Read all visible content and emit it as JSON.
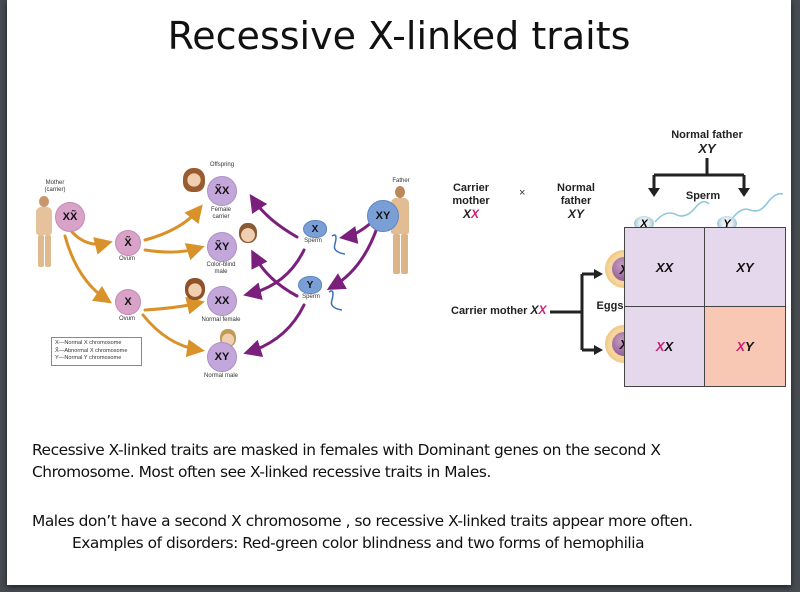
{
  "slide": {
    "title": "Recessive X-linked traits",
    "paragraph1_line1": "Recessive X-linked traits are masked in females with Dominant genes on the second X",
    "paragraph1_line2": "Chromosome. Most often see X-linked recessive traits in Males.",
    "paragraph2_line1": "Males don’t have a second X chromosome , so recessive X-linked traits appear more often.",
    "paragraph2_line2": "Examples of disorders: Red-green color blindness and two forms of hemophilia"
  },
  "left_diagram": {
    "mother_label_line1": "Mother",
    "mother_label_line2": "(carrier)",
    "mother_genotype": "XX̃",
    "father_label": "Father",
    "father_genotype": "XY",
    "ovum_1": "X̃",
    "ovum_2": "X",
    "ovum_label": "Ovum",
    "sperm_1": "X",
    "sperm_2": "Y",
    "sperm_label": "Sperm",
    "offspring_label": "Offspring",
    "offspring": [
      {
        "genotype": "X̃X",
        "label_line1": "Female",
        "label_line2": "carrier"
      },
      {
        "genotype": "X̃Y",
        "label_line1": "Color-blind",
        "label_line2": "male"
      },
      {
        "genotype": "XX",
        "label_line1": "Normal female",
        "label_line2": ""
      },
      {
        "genotype": "XY",
        "label_line1": "Normal male",
        "label_line2": ""
      }
    ],
    "legend": [
      "X—Normal X chromosome",
      "X̃—Abnormal X chromosome",
      "Y—Normal Y chromosome"
    ],
    "colors": {
      "ovum_arrow": "#d9922a",
      "sperm_arrow": "#7a1f7c",
      "mother_circle": "#d9a2c9",
      "offspring_circle": "#c3a7da",
      "father_circle": "#7a9fd6"
    }
  },
  "punnett": {
    "carrier_mother_line1": "Carrier",
    "carrier_mother_line2": "mother",
    "carrier_mother_genotype_a": "X",
    "carrier_mother_genotype_b": "X",
    "cross_symbol": "×",
    "normal_father_line1": "Normal",
    "normal_father_line2": "father",
    "normal_father_genotype": "XY",
    "top_father_label": "Normal father",
    "top_father_genotype": "XY",
    "sperm_label": "Sperm",
    "sperm": [
      "X",
      "Y"
    ],
    "eggs_label": "Eggs",
    "eggs": [
      "X",
      "X"
    ],
    "side_mother_label": "Carrier mother",
    "side_mother_genotype_a": "X",
    "side_mother_genotype_b": "X",
    "cells": [
      {
        "a": "X",
        "b": "X",
        "affected_allele": false
      },
      {
        "a": "X",
        "b": "Y",
        "affected_allele": false
      },
      {
        "a": "X",
        "b": "X",
        "affected_allele": true
      },
      {
        "a": "X",
        "b": "Y",
        "affected_allele": true
      }
    ],
    "colors": {
      "grid": "#e6d8ec",
      "affected_cell": "#f9c8b4",
      "recessive_allele": "#cc1f7a"
    }
  }
}
